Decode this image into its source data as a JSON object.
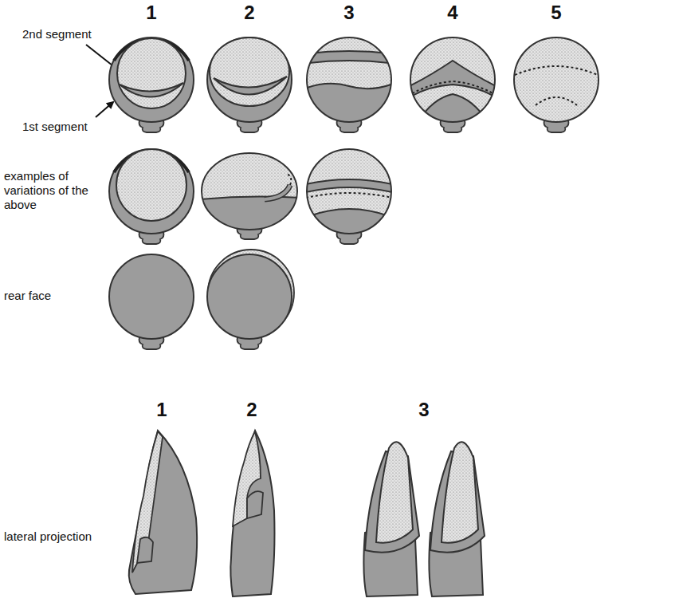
{
  "diagram": {
    "labels": [
      "1",
      "2",
      "3",
      "4",
      "5",
      "2nd segment",
      "1st segment",
      "examples of variations of the above",
      "rear face",
      "lateral projection",
      "1",
      "2",
      "3"
    ]
  }
}
